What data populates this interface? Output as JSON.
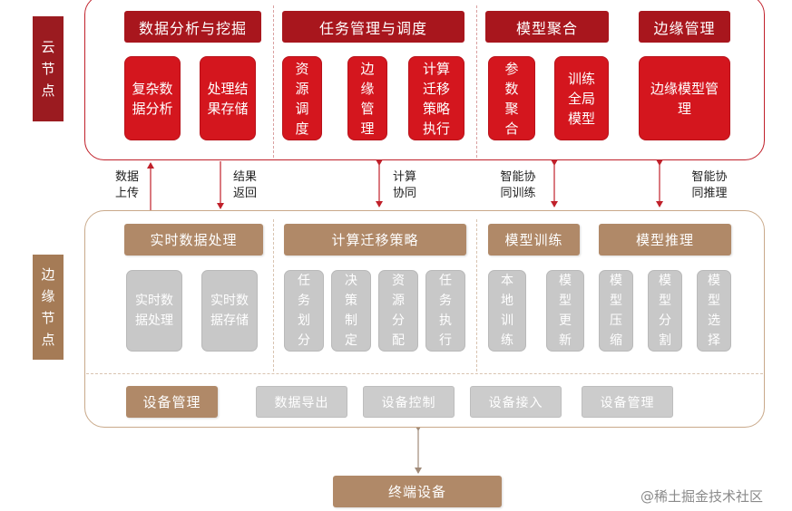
{
  "cloud": {
    "label": "云节点",
    "groups": [
      {
        "header": "数据分析与挖掘",
        "cards": [
          "复杂数据分析",
          "处理结果存储"
        ]
      },
      {
        "header": "任务管理与调度",
        "cards": [
          "资源调度",
          "边缘管理",
          "计算迁移策略执行"
        ]
      },
      {
        "header": "模型聚合",
        "cards": [
          "参数聚合",
          "训练全局模型"
        ]
      },
      {
        "header": "边缘管理",
        "cards": [
          "边缘模型管理"
        ]
      }
    ]
  },
  "arrows": {
    "upload": "数据上传",
    "return": "结果返回",
    "compute": "计算协同",
    "train": "智能协同训练",
    "infer": "智能协同推理"
  },
  "edge": {
    "label": "边缘节点",
    "groups": [
      {
        "header": "实时数据处理",
        "cards": [
          "实时数据处理",
          "实时数据存储"
        ]
      },
      {
        "header": "计算迁移策略",
        "cards": [
          "任务划分",
          "决策制定",
          "资源分配",
          "任务执行"
        ]
      },
      {
        "header": "模型训练",
        "cards": [
          "本地训练",
          "模型更新"
        ]
      },
      {
        "header": "模型推理",
        "cards": [
          "模型压缩",
          "模型分割",
          "模型选择"
        ]
      }
    ],
    "device_mgmt": "设备管理",
    "device_buttons": [
      "数据导出",
      "设备控制",
      "设备接入",
      "设备管理"
    ]
  },
  "terminal": "终端设备",
  "watermark": "@稀土掘金技术社区",
  "colors": {
    "cloud_dark": "#9b1b20",
    "cloud_red": "#d4161e",
    "edge_brown": "#b08968",
    "gray": "#c8c8c8"
  }
}
